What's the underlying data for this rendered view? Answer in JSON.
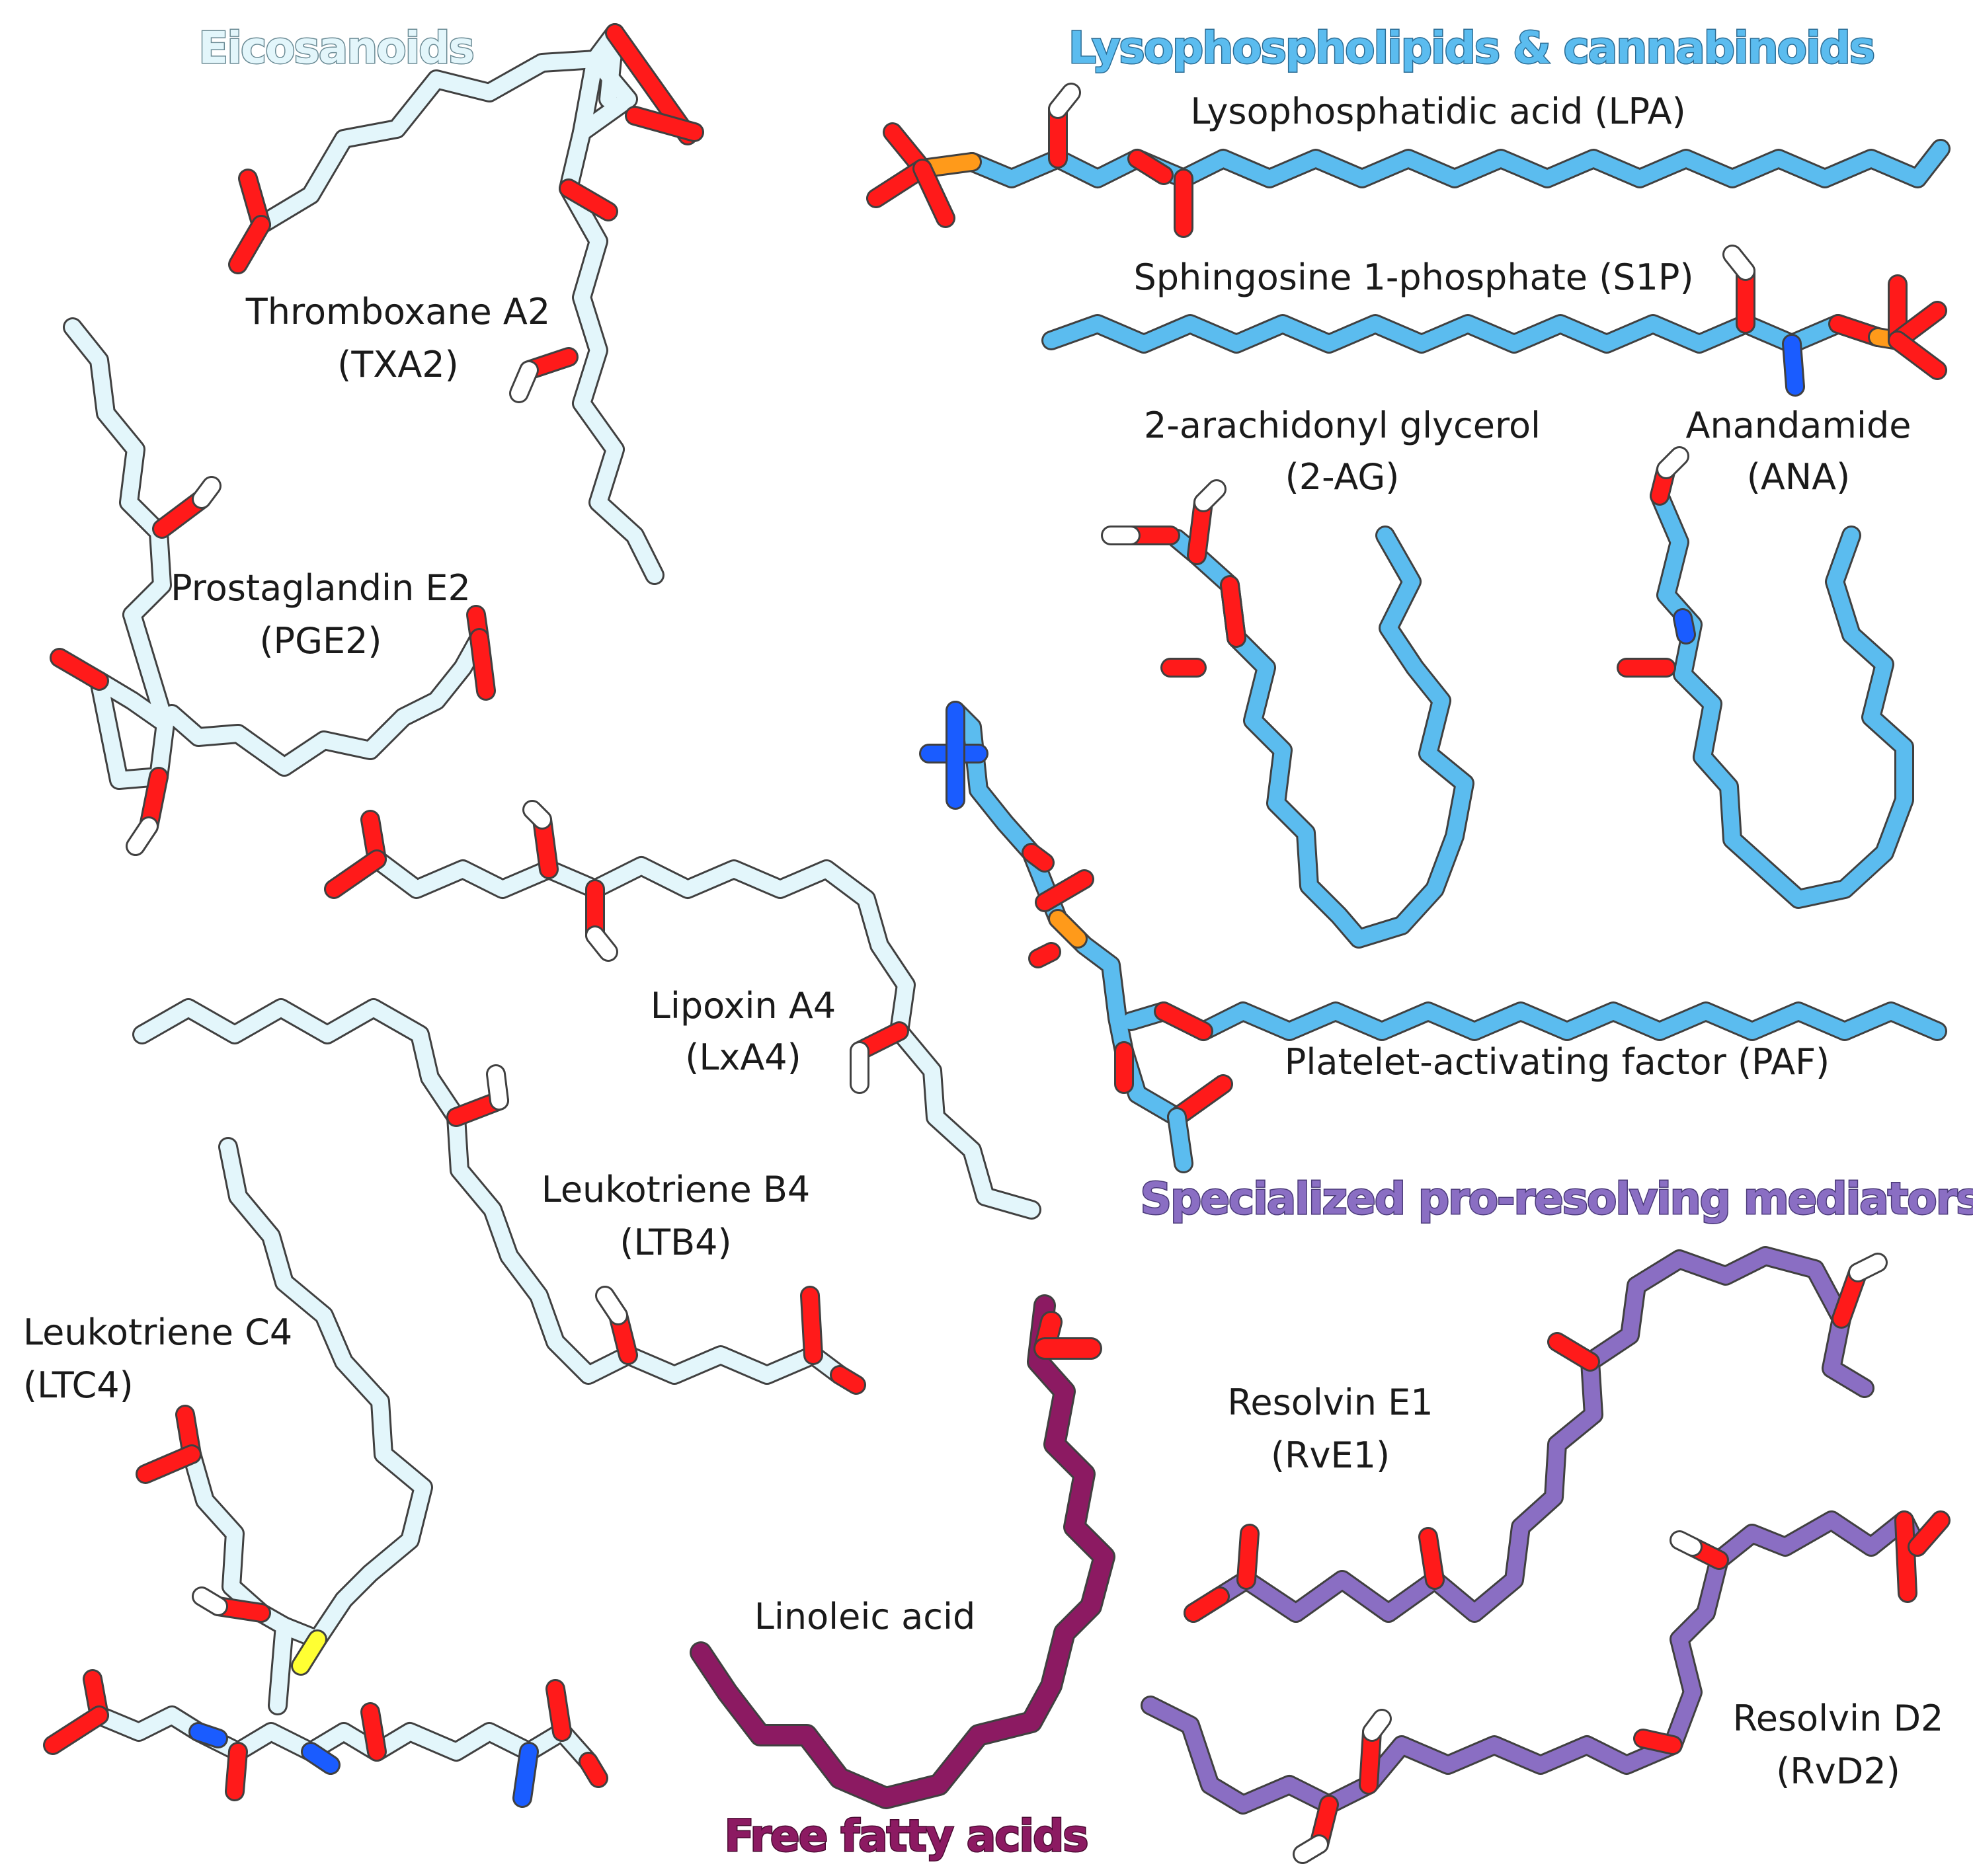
{
  "colors": {
    "eicosanoid": "#e3f6fb",
    "lyso": "#5bbcef",
    "spm": "#8a6ec3",
    "ffa": "#8c1a62",
    "oxygen": "#ff1a1a",
    "nitrogen": "#1a5cff",
    "phosphorus": "#ff9a1a",
    "sulfur": "#ffff33",
    "hydrogen": "#ffffff"
  },
  "groups": {
    "eicosanoids": "Eicosanoids",
    "lyso": "Lysophospholipids & cannabinoids",
    "spm": "Specialized pro-resolving mediators",
    "ffa": "Free fatty acids"
  },
  "labels": {
    "txa2": [
      "Thromboxane A2",
      "(TXA2)"
    ],
    "pge2": [
      "Prostaglandin E2",
      "(PGE2)"
    ],
    "lxa4": [
      "Lipoxin A4",
      "(LxA4)"
    ],
    "ltb4": [
      "Leukotriene B4",
      "(LTB4)"
    ],
    "ltc4": [
      "Leukotriene C4",
      "(LTC4)"
    ],
    "lpa": [
      "Lysophosphatidic acid (LPA)"
    ],
    "s1p": [
      "Sphingosine 1-phosphate (S1P)"
    ],
    "ag2": [
      "2-arachidonyl glycerol",
      "(2-AG)"
    ],
    "ana": [
      "Anandamide",
      "(ANA)"
    ],
    "paf": [
      "Platelet-activating factor (PAF)"
    ],
    "rve1": [
      "Resolvin E1",
      "(RvE1)"
    ],
    "rvd2": [
      "Resolvin D2",
      "(RvD2)"
    ],
    "linoleic": [
      "Linoleic acid"
    ]
  }
}
